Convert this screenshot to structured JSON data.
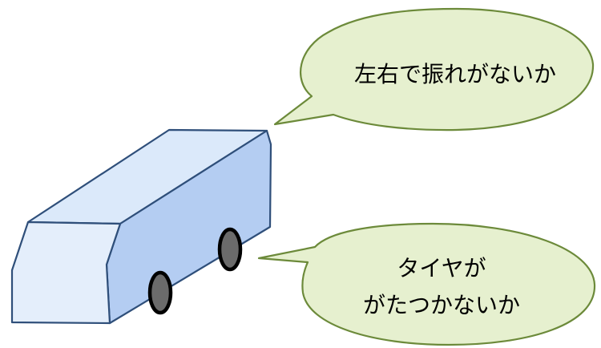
{
  "colors": {
    "bus_top": "#dbe9fa",
    "bus_side": "#b4cdf2",
    "bus_front": "#e4eefb",
    "bus_stroke": "#2f4f7a",
    "wheel_fill": "#6b6b6b",
    "wheel_stroke": "#000000",
    "bubble_fill": "#e6f0cf",
    "bubble_stroke": "#6c8a3a"
  },
  "icons": {
    "bus": "bus-icon",
    "wheel": "wheel-icon",
    "bubble": "speech-bubble"
  },
  "callouts": {
    "sway": {
      "text": "左右で振れがないか"
    },
    "tires": {
      "line1": "タイヤが",
      "line2": "がたつかないか"
    }
  }
}
